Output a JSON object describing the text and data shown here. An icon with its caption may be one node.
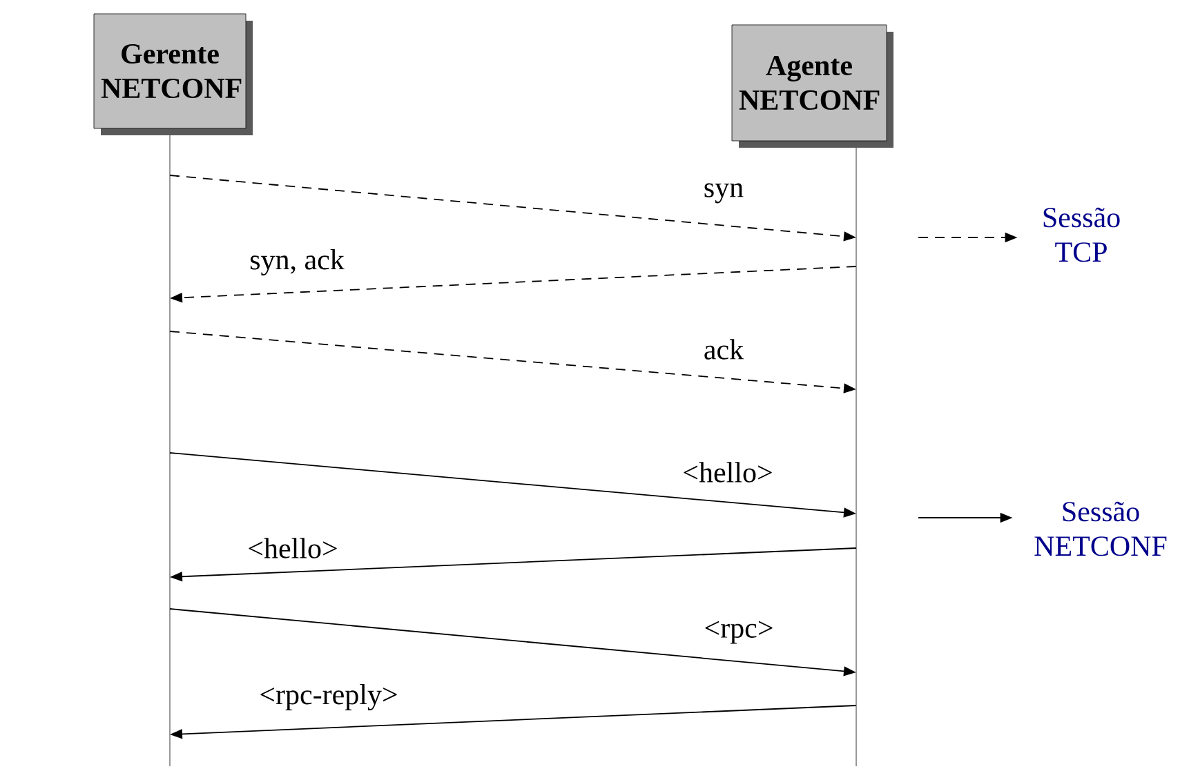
{
  "diagram": {
    "nodes": [
      {
        "text": [
          "Gerente NETCONF"
        ]
      },
      {
        "text": [
          "Agente NETCONF"
        ]
      },
      {
        "text": [
          "Sessão TCP"
        ]
      },
      {
        "text": [
          "Sessão NETCONF"
        ]
      }
    ],
    "edges": [
      {
        "from": 0,
        "to": 1,
        "arrow": "to",
        "label": "syn",
        "style": "dashed"
      },
      {
        "from": 1,
        "to": 0,
        "arrow": "to",
        "label": "syn, ack",
        "style": "dashed"
      },
      {
        "from": 0,
        "to": 1,
        "arrow": "to",
        "label": "ack",
        "style": "dashed"
      },
      {
        "from": 0,
        "to": 1,
        "arrow": "to",
        "label": "<hello>"
      },
      {
        "from": 1,
        "to": 0,
        "arrow": "to",
        "label": "<hello>"
      },
      {
        "from": 0,
        "to": 1,
        "arrow": "to",
        "label": "<rpc>"
      },
      {
        "from": 1,
        "to": 0,
        "arrow": "to",
        "label": "<rpc-reply>"
      },
      {
        "from": null,
        "to": 2,
        "arrow": "to",
        "style": "dashed"
      },
      {
        "from": null,
        "to": 3,
        "arrow": "to"
      }
    ]
  }
}
